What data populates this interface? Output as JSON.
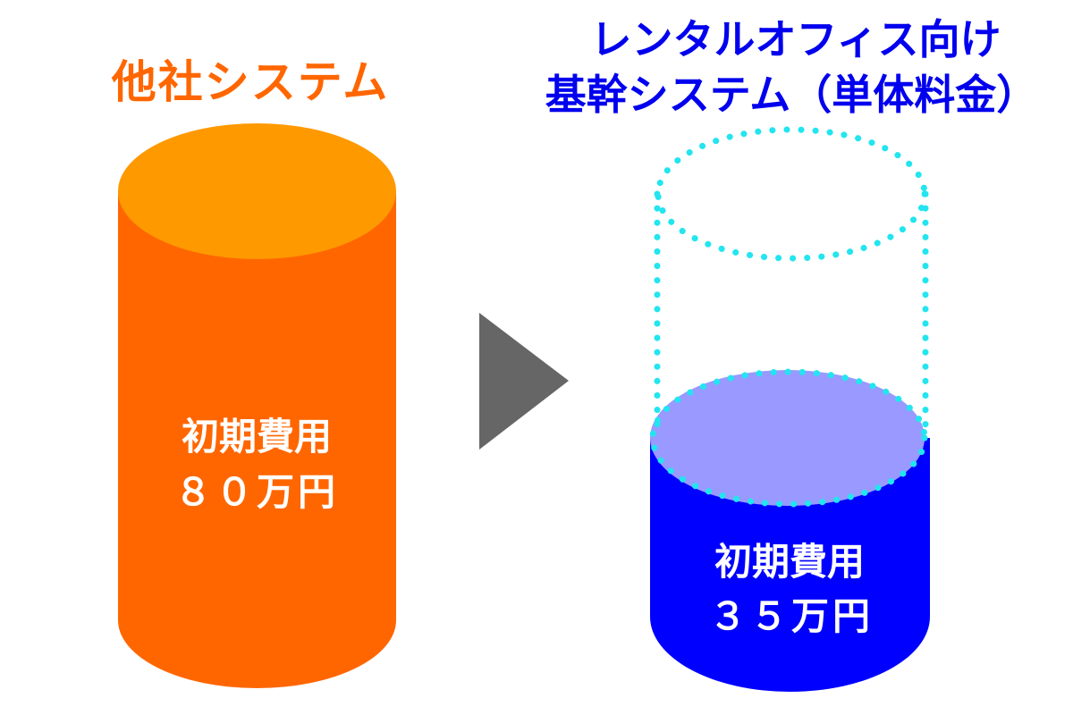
{
  "left": {
    "title": "他社システム",
    "label_line1": "初期費用",
    "label_line2": "８０万円"
  },
  "right": {
    "title_line1": "レンタルオフィス向け",
    "title_line2": "基幹システム（単体料金）",
    "label_line1": "初期費用",
    "label_line2": "３５万円"
  },
  "colors": {
    "left_title": "#ff6600",
    "left_body": "#ff6600",
    "left_top": "#ff9900",
    "right_title": "#0000ee",
    "right_body": "#0000ff",
    "right_top": "#9999ff",
    "dotted_outline": "#22e5f0",
    "arrow": "#666666"
  },
  "icons": {
    "arrow": "play-arrow-icon"
  }
}
